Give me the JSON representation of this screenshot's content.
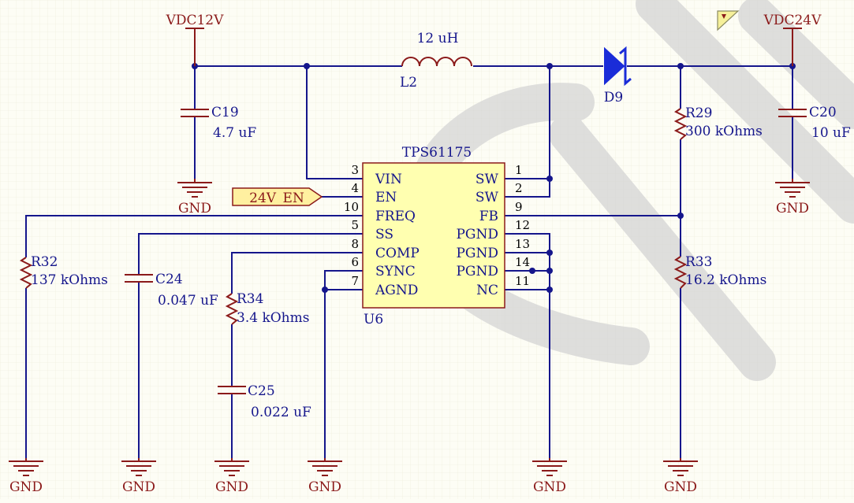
{
  "colors": {
    "wire": "#15168c",
    "power": "#8b1a1a",
    "ic_fill": "#ffffb0",
    "net_flag_fill": "#fff0a0",
    "background": "#fdfdf5",
    "watermark": "#d2d2d2"
  },
  "power_ports": {
    "vin": "VDC12V",
    "vout": "VDC24V",
    "ground": "GND"
  },
  "ic": {
    "designator": "U6",
    "part": "TPS61175",
    "left_pins": [
      {
        "num": "3",
        "name": "VIN"
      },
      {
        "num": "4",
        "name": "EN"
      },
      {
        "num": "10",
        "name": "FREQ"
      },
      {
        "num": "5",
        "name": "SS"
      },
      {
        "num": "8",
        "name": "COMP"
      },
      {
        "num": "6",
        "name": "SYNC"
      },
      {
        "num": "7",
        "name": "AGND"
      }
    ],
    "right_pins": [
      {
        "num": "1",
        "name": "SW"
      },
      {
        "num": "2",
        "name": "SW"
      },
      {
        "num": "9",
        "name": "FB"
      },
      {
        "num": "12",
        "name": "PGND"
      },
      {
        "num": "13",
        "name": "PGND"
      },
      {
        "num": "14",
        "name": "PGND"
      },
      {
        "num": "11",
        "name": "NC"
      }
    ]
  },
  "net_label": "24V_EN",
  "components": {
    "L2": {
      "designator": "L2",
      "value": "12 uH"
    },
    "D9": {
      "designator": "D9"
    },
    "C19": {
      "designator": "C19",
      "value": "4.7 uF"
    },
    "C20": {
      "designator": "C20",
      "value": "10 uF"
    },
    "C24": {
      "designator": "C24",
      "value": "0.047 uF"
    },
    "C25": {
      "designator": "C25",
      "value": "0.022 uF"
    },
    "R29": {
      "designator": "R29",
      "value": "300 kOhms"
    },
    "R32": {
      "designator": "R32",
      "value": "137 kOhms"
    },
    "R33": {
      "designator": "R33",
      "value": "16.2 kOhms"
    },
    "R34": {
      "designator": "R34",
      "value": "3.4 kOhms"
    }
  }
}
